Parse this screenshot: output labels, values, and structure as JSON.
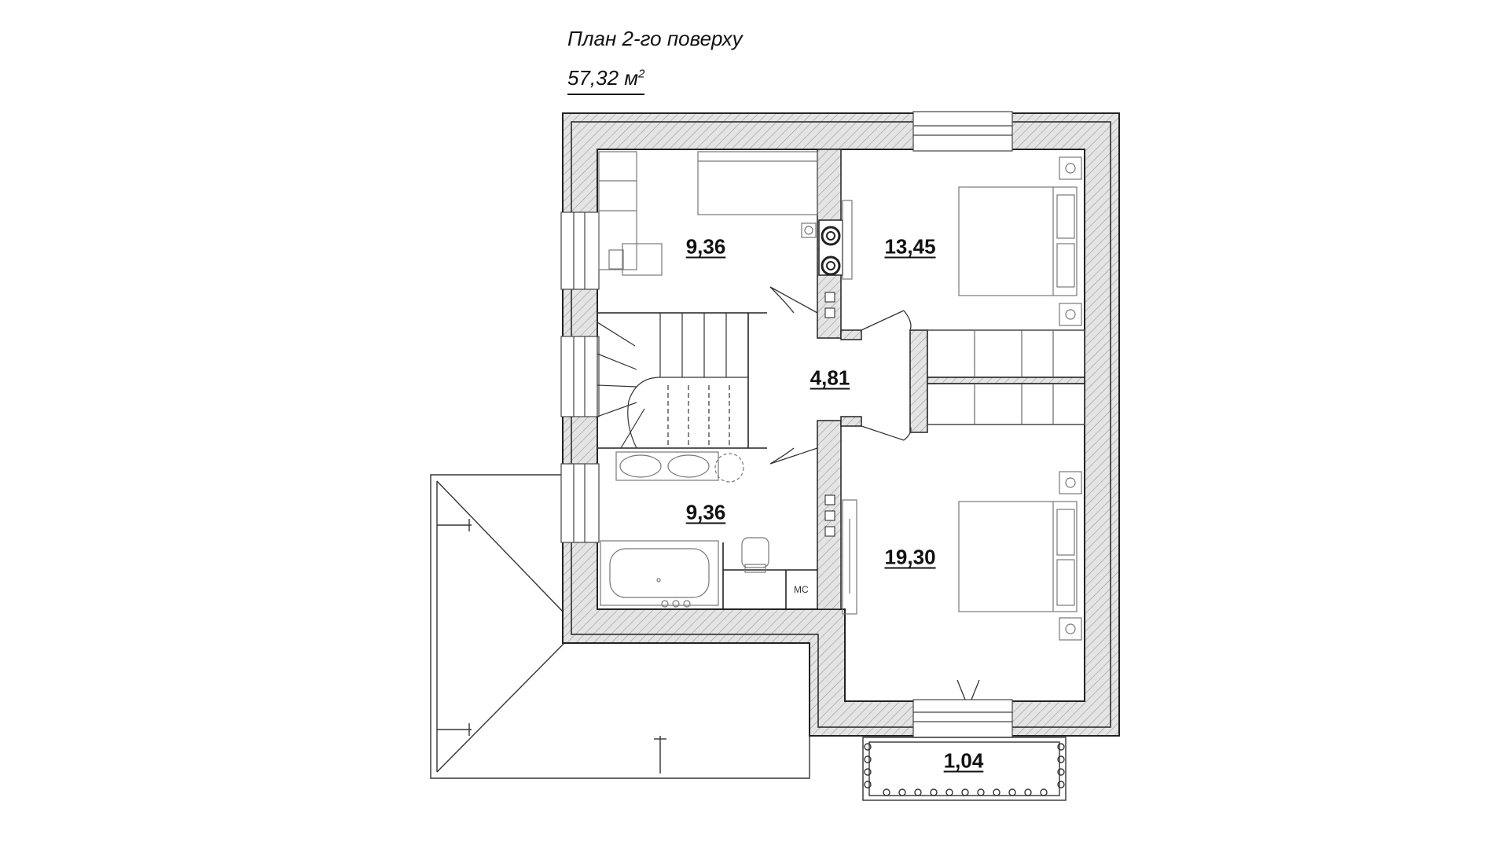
{
  "title": "План 2-го поверху",
  "total_area": {
    "value": "57,32 м",
    "sup": "2"
  },
  "rooms": [
    {
      "label": "9,36"
    },
    {
      "label": "13,45"
    },
    {
      "label": "4,81"
    },
    {
      "label": "9,36"
    },
    {
      "label": "19,30"
    },
    {
      "label": "1,04"
    }
  ],
  "wc_label": "МС",
  "colors": {
    "wall_fill": "#e6e6e6",
    "line": "#222222"
  }
}
